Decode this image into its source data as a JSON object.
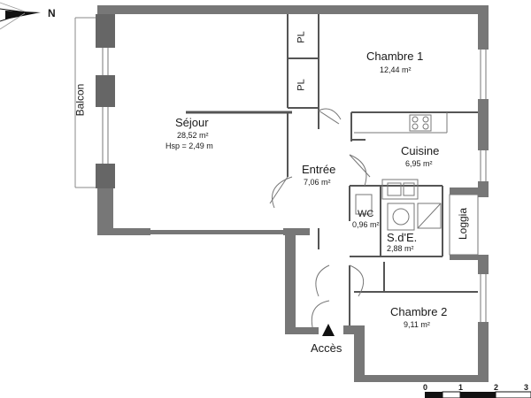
{
  "north_label": "N",
  "balcony": "Balcon",
  "loggia": "Loggia",
  "closets": {
    "pl1": "PL",
    "pl2": "PL"
  },
  "rooms": {
    "sejour": {
      "name": "Séjour",
      "area": "28,52 m²",
      "extra": "Hsp = 2,49 m"
    },
    "chambre1": {
      "name": "Chambre 1",
      "area": "12,44 m²"
    },
    "cuisine": {
      "name": "Cuisine",
      "area": "6,95 m²"
    },
    "entree": {
      "name": "Entrée",
      "area": "7,06 m²"
    },
    "wc": {
      "name": "WC",
      "area": "0,96 m²"
    },
    "sde": {
      "name": "S.d'E.",
      "area": "2,88 m²"
    },
    "chambre2": {
      "name": "Chambre 2",
      "area": "9,11 m²"
    }
  },
  "access_label": "Accès",
  "scale_bar": {
    "ticks": [
      "0",
      "1",
      "2",
      "3"
    ]
  }
}
